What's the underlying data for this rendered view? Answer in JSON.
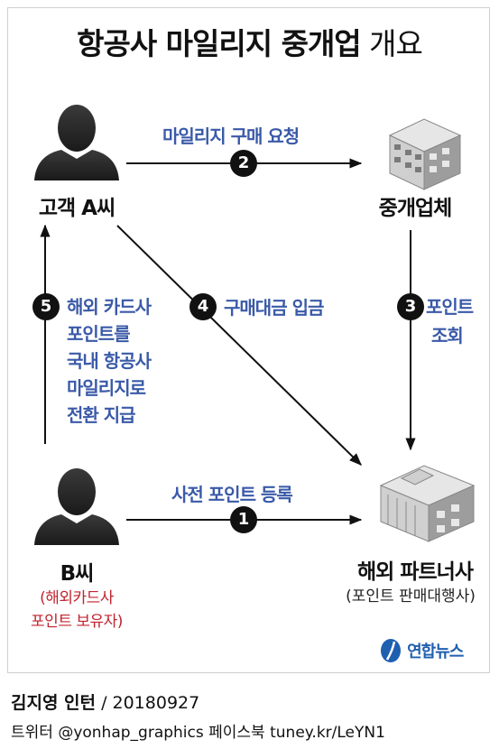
{
  "title": {
    "main": "항공사 마일리지 중개업",
    "suffix": "개요"
  },
  "nodes": {
    "customer_a": "고객 A씨",
    "broker": "중개업체",
    "customer_b": "B씨",
    "customer_b_note_line1": "(해외카드사",
    "customer_b_note_line2": "포인트 보유자)",
    "partner": "해외 파트너사",
    "partner_note": "(포인트 판매대행사)"
  },
  "steps": [
    {
      "num": "1",
      "label": "사전 포인트 등록"
    },
    {
      "num": "2",
      "label": "마일리지 구매 요청"
    },
    {
      "num": "3",
      "label_line1": "포인트",
      "label_line2": "조회"
    },
    {
      "num": "4",
      "label": "구매대금 입금"
    },
    {
      "num": "5",
      "label_lines": [
        "해외 카드사",
        "포인트를",
        "국내 항공사",
        "마일리지로",
        "전환 지급"
      ]
    }
  ],
  "logo": {
    "text": "연합뉴스"
  },
  "credit": {
    "name": "김지영 인턴",
    "date": "/ 20180927"
  },
  "social": "트위터 @yonhap_graphics  페이스북 tuney.kr/LeYN1",
  "colors": {
    "accent_blue": "#3a5aa8",
    "accent_red": "#c0242f",
    "logo_blue": "#1f5fb0"
  }
}
